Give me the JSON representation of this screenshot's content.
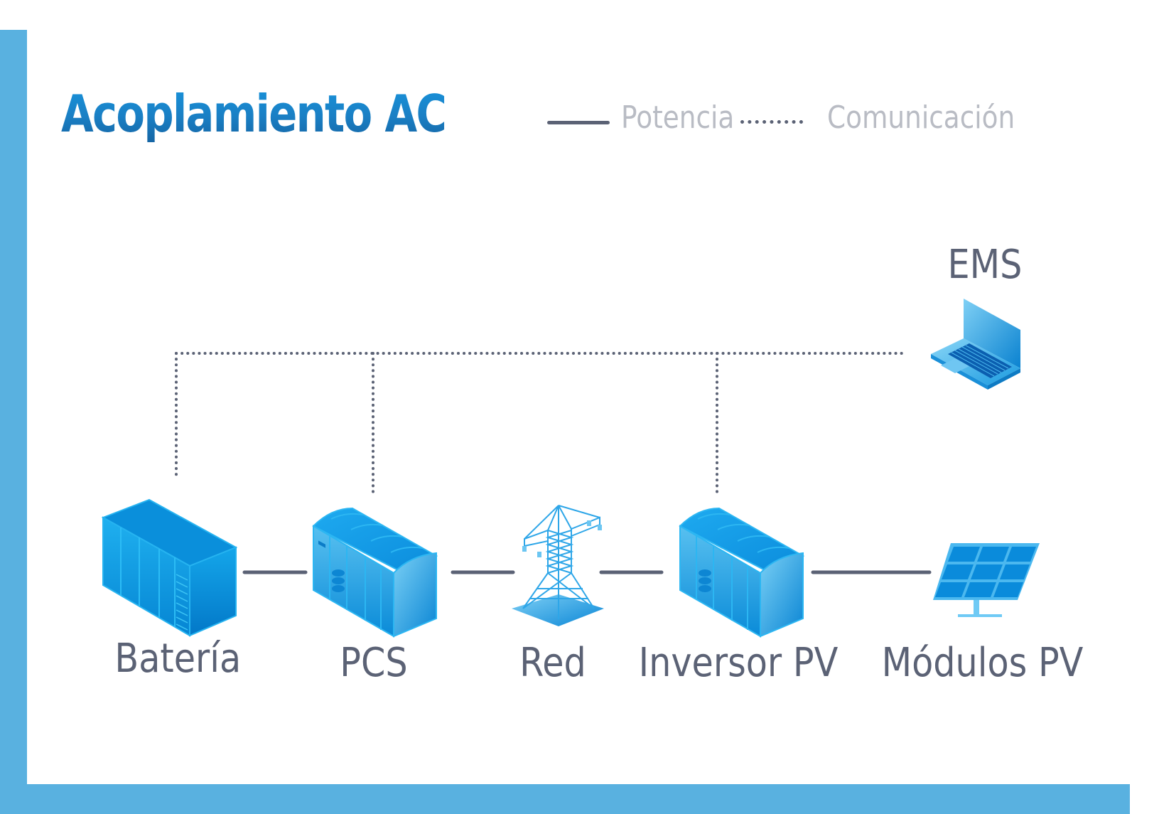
{
  "title": "Acoplamiento AC",
  "legend": {
    "power": {
      "label": "Potencia",
      "line_style": "solid"
    },
    "communication": {
      "label": "Comunicación",
      "line_style": "dotted"
    }
  },
  "nodes": [
    {
      "id": "bateria",
      "label": "Batería",
      "icon": "battery-container-icon"
    },
    {
      "id": "pcs",
      "label": "PCS",
      "icon": "pcs-cabinet-icon"
    },
    {
      "id": "red",
      "label": "Red",
      "icon": "power-tower-icon"
    },
    {
      "id": "inversor",
      "label": "Inversor PV",
      "icon": "inverter-cabinet-icon"
    },
    {
      "id": "modulos",
      "label": "Módulos PV",
      "icon": "solar-panel-icon"
    },
    {
      "id": "ems",
      "label": "EMS",
      "icon": "laptop-icon"
    }
  ],
  "power_links": [
    [
      "bateria",
      "pcs"
    ],
    [
      "pcs",
      "red"
    ],
    [
      "red",
      "inversor"
    ],
    [
      "inversor",
      "modulos"
    ]
  ],
  "communication_links": [
    [
      "ems",
      "bateria"
    ],
    [
      "ems",
      "pcs"
    ],
    [
      "ems",
      "inversor"
    ]
  ],
  "colors": {
    "frame": "#59b1e0",
    "title": "#1a7fc4",
    "label": "#5b6275",
    "legend_text": "#b9bcc4",
    "line": "#5b6275",
    "equipment": "#0a9be0"
  }
}
